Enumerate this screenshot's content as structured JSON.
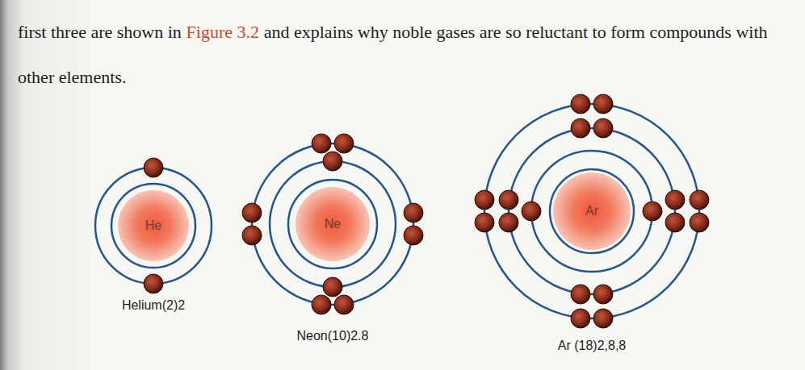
{
  "diagram": {
    "nodes": [
      {
        "text": [
          "He"
        ]
      },
      {
        "text": [
          "Ne"
        ]
      },
      {
        "text": [
          "Ar"
        ]
      }
    ],
    "labels": [
      "first three are shown in",
      "Figure 3.2",
      "and explains why noble gases are so reluctant to form compounds with other elements.",
      "Helium(2)2",
      "Neon(10)2.8",
      "Ar (18)2,8,8"
    ]
  }
}
